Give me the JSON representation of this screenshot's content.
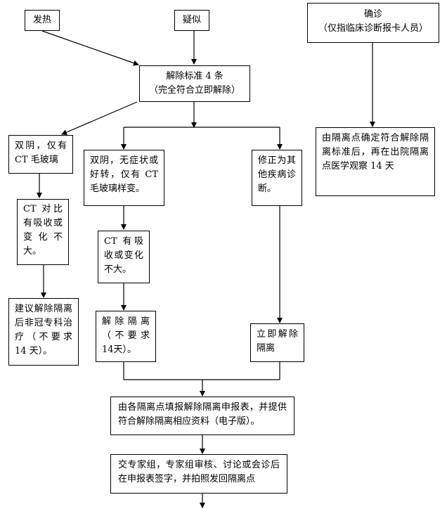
{
  "boxes": {
    "fever": "发热",
    "suspect": "疑似",
    "confirmed_title": "确诊",
    "confirmed_note": "（仅指临床诊断报卡人员）",
    "criteria_title": "解除标准 4 条",
    "criteria_note": "（完全符合立即解除）",
    "branch1": "双阴，仅有 CT 毛玻璃",
    "branch1_ct": "CT 对比有吸收或变化不大。",
    "branch1_result": "建议解除隔离后非冠专科治疗（不要求 14 天）。",
    "branch2": "双阴，无症状或好转，仅有 CT 毛玻璃样变。",
    "branch2_ct": "CT 有吸收或变化不大。",
    "branch2_result": "解除隔离（不要求 14天）。",
    "branch3": "修正为其他疾病诊断。",
    "branch3_result": "立即解除隔离",
    "confirmed_result": "由隔离点确定符合解除隔离标准后，再在出院隔离点医学观察 14 天",
    "report": "由各隔离点填报解除隔离申报表，并提供符合解除隔离相应资料（电子版）。",
    "expert": "交专家组，专家组审核、讨论或会诊后在申报表签字，并拍照发回隔离点"
  },
  "colors": {
    "stroke": "#000000",
    "fill": "#ffffff"
  }
}
